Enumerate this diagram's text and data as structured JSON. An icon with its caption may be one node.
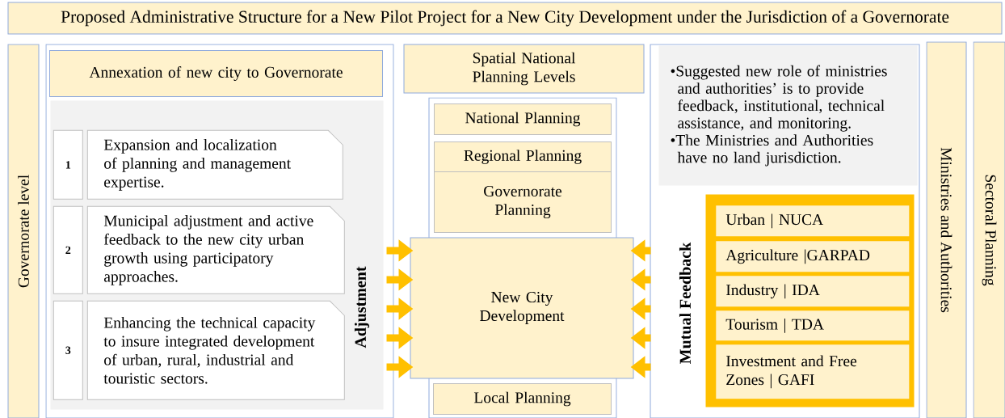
{
  "diagram": {
    "title": "Proposed Administrative Structure for a New Pilot Project for a New City Development under the Jurisdiction of a Governorate",
    "nodes": [
      {
        "text": [
          "Governorate level"
        ]
      },
      {
        "text": [],
        "shape": "box"
      },
      {
        "text": [
          "Annexation of new city to Governorate"
        ],
        "in": 1
      },
      {
        "text": [],
        "shape": "box",
        "in": 1
      },
      {
        "text": [
          "1"
        ],
        "in": 3
      },
      {
        "text": [
          "Expansion and localization of planning and management expertise."
        ],
        "in": 3
      },
      {
        "text": [
          "2"
        ],
        "in": 3
      },
      {
        "text": [
          "Municipal adjustment and active feedback to the new city urban growth using participatory approaches."
        ],
        "in": 3
      },
      {
        "text": [
          "3"
        ],
        "in": 3
      },
      {
        "text": [
          "Enhancing the technical capacity to insure integrated development of urban, rural, industrial and touristic sectors."
        ],
        "in": 3
      },
      {
        "text": [
          "Spatial National Planning Levels"
        ]
      },
      {
        "text": [],
        "shape": "box"
      },
      {
        "text": [
          "National Planning"
        ],
        "in": 11
      },
      {
        "text": [
          "Regional Planning"
        ],
        "in": 11
      },
      {
        "text": [
          "Governorate Planning"
        ],
        "in": 11
      },
      {
        "text": [
          "New City Development"
        ]
      },
      {
        "text": [
          "Local Planning"
        ],
        "in": 11
      },
      {
        "text": [],
        "shape": "box"
      },
      {
        "text": [
          "•Suggested new role of ministries and authorities’ is to provide feedback, institutional, technical assistance, and monitoring.",
          "•The Ministries and Authorities have no land jurisdiction."
        ],
        "in": 17
      },
      {
        "text": [],
        "shape": "box",
        "in": 17
      },
      {
        "text": [
          "Urban | NUCA"
        ],
        "in": 19
      },
      {
        "text": [
          "Agriculture |GARPAD"
        ],
        "in": 19
      },
      {
        "text": [
          "Industry | IDA"
        ],
        "in": 19
      },
      {
        "text": [
          "Tourism | TDA"
        ],
        "in": 19
      },
      {
        "text": [
          "Investment and Free Zones | GAFI"
        ],
        "in": 19
      },
      {
        "text": [
          "Ministries and Authorities"
        ]
      },
      {
        "text": [
          "Sectoral Planning"
        ]
      }
    ],
    "edges": [
      {
        "from": 1,
        "to": 15,
        "arrow": "to"
      },
      {
        "from": 1,
        "to": 15,
        "arrow": "to"
      },
      {
        "from": 1,
        "to": 15,
        "arrow": "to"
      },
      {
        "from": 1,
        "to": 15,
        "arrow": "to"
      },
      {
        "from": 1,
        "to": 15,
        "arrow": "to"
      },
      {
        "from": 17,
        "to": 15,
        "arrow": "to"
      },
      {
        "from": 17,
        "to": 15,
        "arrow": "to"
      },
      {
        "from": 17,
        "to": 15,
        "arrow": "to"
      },
      {
        "from": 17,
        "to": 15,
        "arrow": "to"
      },
      {
        "from": 17,
        "to": 15,
        "arrow": "to"
      }
    ],
    "labels": [
      "Adjustment",
      "Mutual Feedback"
    ]
  }
}
